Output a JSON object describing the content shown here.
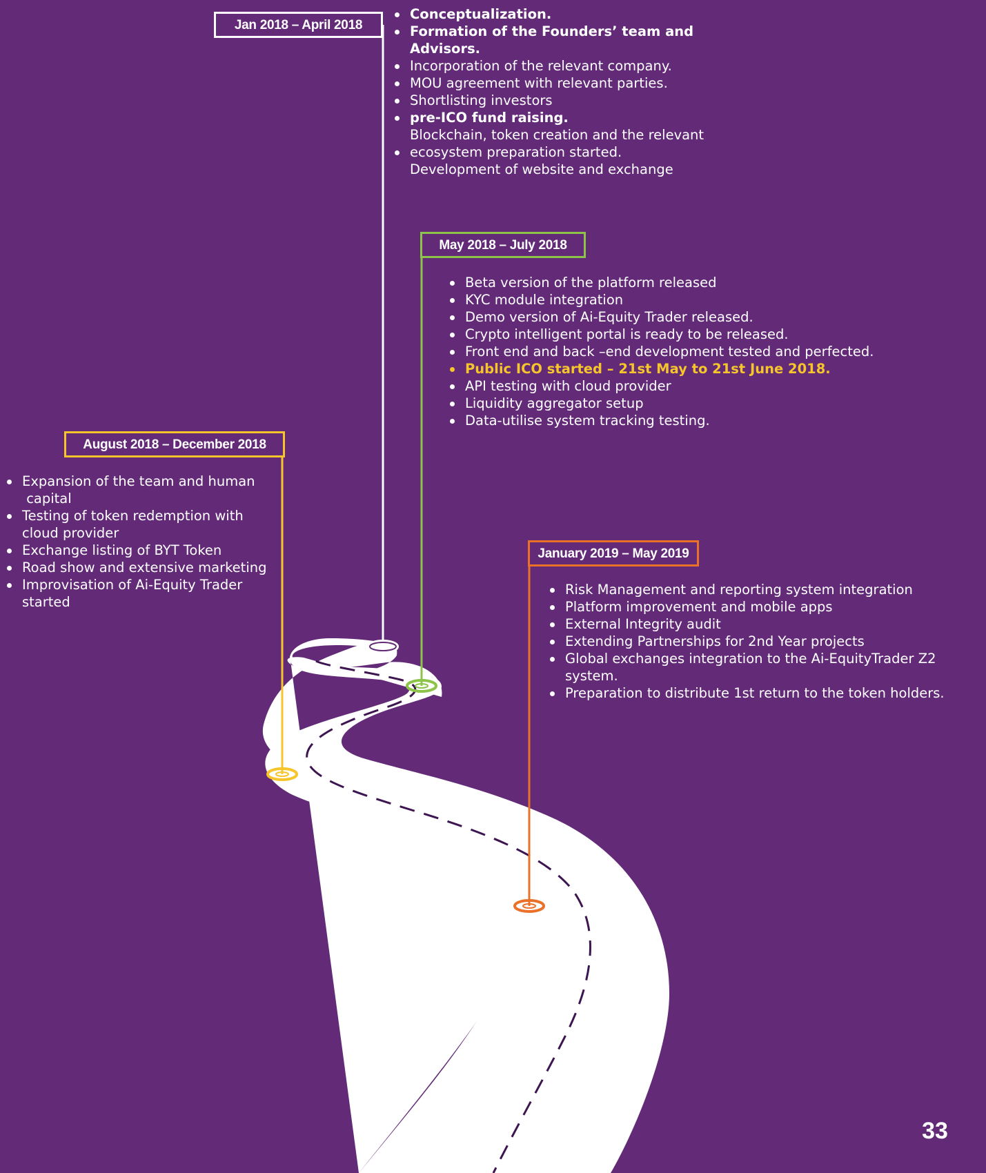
{
  "page_number": "33",
  "colors": {
    "background": "#632a78",
    "road": "#ffffff",
    "phase_1": "#ffffff",
    "phase_2": "#8dc348",
    "phase_3": "#f6c52c",
    "phase_4": "#ea7128",
    "highlight_text": "#f6c52c"
  },
  "phases": [
    {
      "label": "Jan 2018 – April 2018",
      "items": [
        "Conceptualization.",
        "Formation of the Founders’ team and Advisors.",
        "Incorporation of the relevant company.",
        "MOU agreement with relevant parties.",
        "Shortlisting investors",
        "pre-ICO fund raising.",
        "Blockchain, token creation and the relevant",
        "ecosystem preparation started.",
        "Development of website and exchange"
      ]
    },
    {
      "label": "May 2018 – July 2018",
      "items": [
        "Beta version of the platform released",
        "KYC module integration",
        "Demo version of Ai-Equity Trader released.",
        "Crypto intelligent portal is ready to be released.",
        "Front end and back –end development tested and perfected.",
        "Public ICO started – 21st May to 21st June 2018.",
        "API testing with cloud provider",
        "Liquidity aggregator setup",
        "Data-utilise system tracking testing."
      ]
    },
    {
      "label": "August 2018 – December 2018",
      "items": [
        "Expansion of the team and human",
        " capital",
        "Testing of token redemption with",
        "cloud provider",
        "Exchange listing of BYT Token",
        "Road show and extensive marketing",
        "Improvisation of Ai-Equity Trader",
        "started"
      ]
    },
    {
      "label": "January 2019 – May 2019",
      "items": [
        "Risk Management and reporting system integration",
        "Platform improvement and mobile apps",
        "External Integrity audit",
        "Extending Partnerships for 2nd Year projects",
        "Global exchanges integration to the Ai-EquityTrader Z2 system.",
        "Preparation to distribute 1st return to the token holders."
      ]
    }
  ]
}
